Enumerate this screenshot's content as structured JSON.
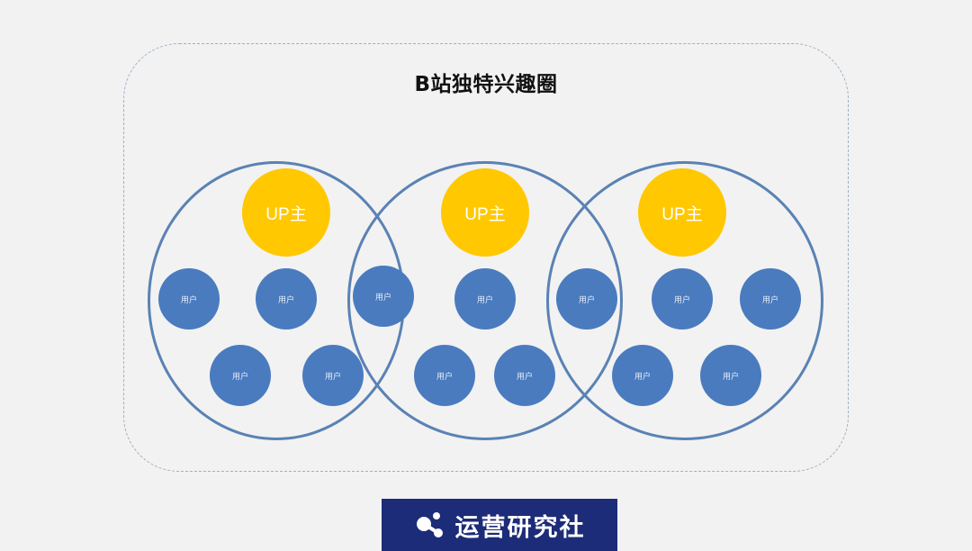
{
  "title": "B站独特兴趣圈",
  "groups": [
    {
      "up_label": "UP主",
      "users": [
        "用户",
        "用户",
        "用户",
        "用户"
      ]
    },
    {
      "up_label": "UP主",
      "users": [
        "用户",
        "用户",
        "用户"
      ]
    },
    {
      "up_label": "UP主",
      "users": [
        "用户",
        "用户",
        "用户",
        "用户"
      ]
    }
  ],
  "shared_users": [
    "用户",
    "用户"
  ],
  "colors": {
    "background": "#f2f2f2",
    "ring": "#5a82b4",
    "up": "#ffc800",
    "user": "#4a7bbf",
    "logo_bg": "#1c2c78"
  },
  "logo": {
    "text": "运营研究社",
    "icon": "molecule-logo-icon"
  }
}
